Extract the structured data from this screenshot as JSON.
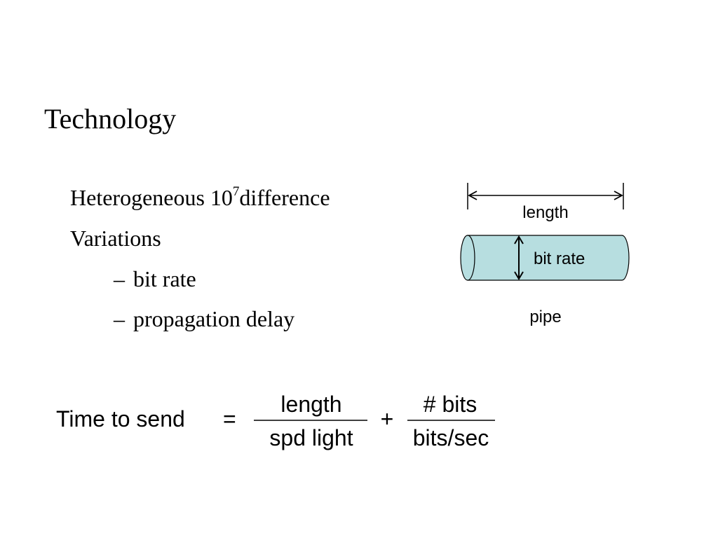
{
  "slide": {
    "title": "Technology",
    "bullets": [
      {
        "prefix": "Heterogeneous 10",
        "superscript": "7",
        "suffix": "difference"
      },
      {
        "text": "Variations"
      }
    ],
    "sub_bullets": [
      {
        "dash": "–",
        "text": "bit rate"
      },
      {
        "dash": "–",
        "text": "propagation delay"
      }
    ]
  },
  "diagram": {
    "length_label": "length",
    "bit_rate_label": "bit rate",
    "pipe_label": "pipe",
    "pipe_color": "#B7DEE0"
  },
  "formula": {
    "lhs": "Time to send",
    "equals": "=",
    "term1_numerator": "length",
    "term1_denominator": "spd light",
    "plus": "+",
    "term2_numerator": "# bits",
    "term2_denominator": "bits/sec"
  }
}
